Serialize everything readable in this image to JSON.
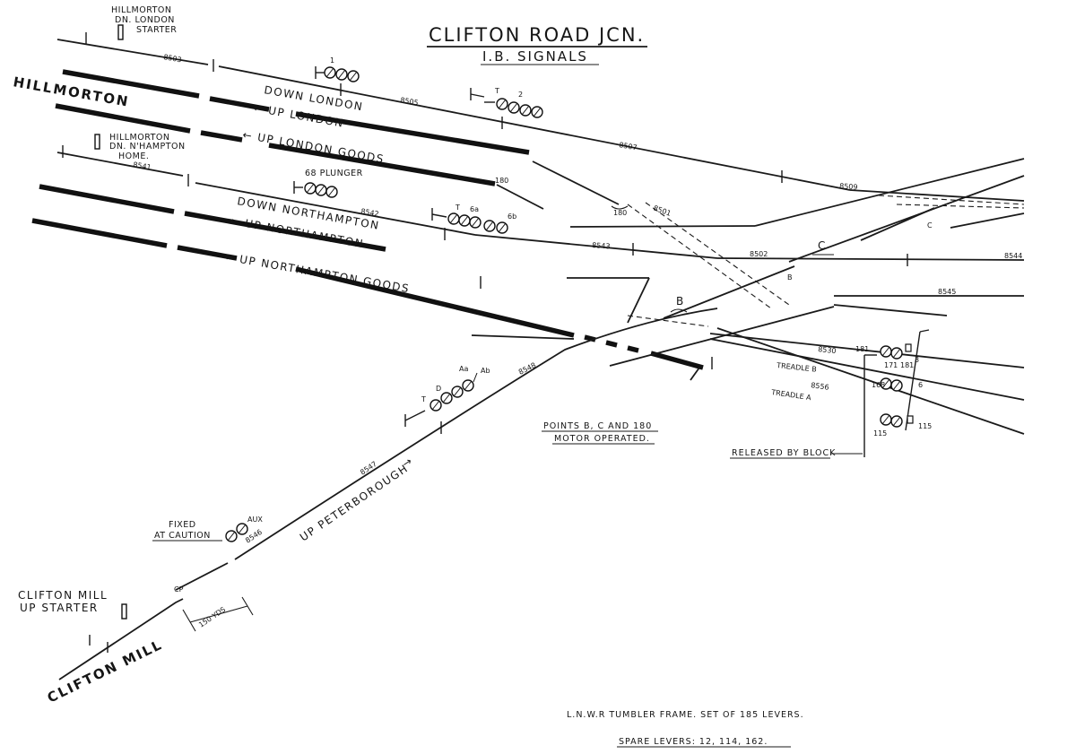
{
  "title": "CLIFTON ROAD JCN.",
  "subtitle": "I.B. SIGNALS",
  "places": {
    "hillmorton": "HILLMORTON",
    "clifton_mill": "CLIFTON MILL"
  },
  "signal_labels": {
    "hillmorton_dn_london_starter": [
      "HILLMORTON",
      "DN. LONDON",
      "STARTER"
    ],
    "hillmorton_dn_nhampton_home": [
      "HILLMORTON",
      "DN. N'HAMPTON",
      "HOME."
    ],
    "clifton_mill_up_starter": [
      "CLIFTON MILL",
      "UP STARTER"
    ],
    "fixed_at_caution": [
      "FIXED",
      "AT CAUTION"
    ],
    "plunger": "68 PLUNGER"
  },
  "line_names": {
    "down_london": "DOWN LONDON",
    "up_london": "← UP LONDON",
    "up_london_goods": "← UP LONDON GOODS",
    "down_northampton": "DOWN NORTHAMPTON",
    "up_northampton": "← UP NORTHAMPTON",
    "up_northampton_goods": "← UP NORTHAMPTON GOODS",
    "up_peterborough": "UP PETERBOROUGH"
  },
  "track_circuits": [
    "8503",
    "8505",
    "8507",
    "8509",
    "8541",
    "8542",
    "8543",
    "8502",
    "8544",
    "8501",
    "8545",
    "8548",
    "8547",
    "8546",
    "8530",
    "8556"
  ],
  "numbers": {
    "sig_1": "1",
    "sig_2": "2",
    "sig_6a": "6a",
    "sig_6b": "6b",
    "aa": "Aa",
    "ab": "Ab",
    "d": "D",
    "aux": "AUX",
    "t": "T",
    "p180": "180",
    "n181a": "181",
    "n171": "171",
    "n181b": "181",
    "n3": "3",
    "n168": "168",
    "n6": "6",
    "n115a": "115",
    "n115b": "115",
    "cp": "CP",
    "b": "B",
    "c": "C",
    "dist": "150 YDS"
  },
  "treadles": {
    "a": "TREADLE A",
    "b": "TREADLE B"
  },
  "notes": {
    "points": [
      "POINTS  B, C  AND 180",
      "MOTOR OPERATED."
    ],
    "released": "RELEASED BY BLOCK",
    "frame": "L.N.W.R TUMBLER FRAME.  SET OF 185 LEVERS.",
    "spare": "SPARE LEVERS:  12,  114,  162."
  }
}
